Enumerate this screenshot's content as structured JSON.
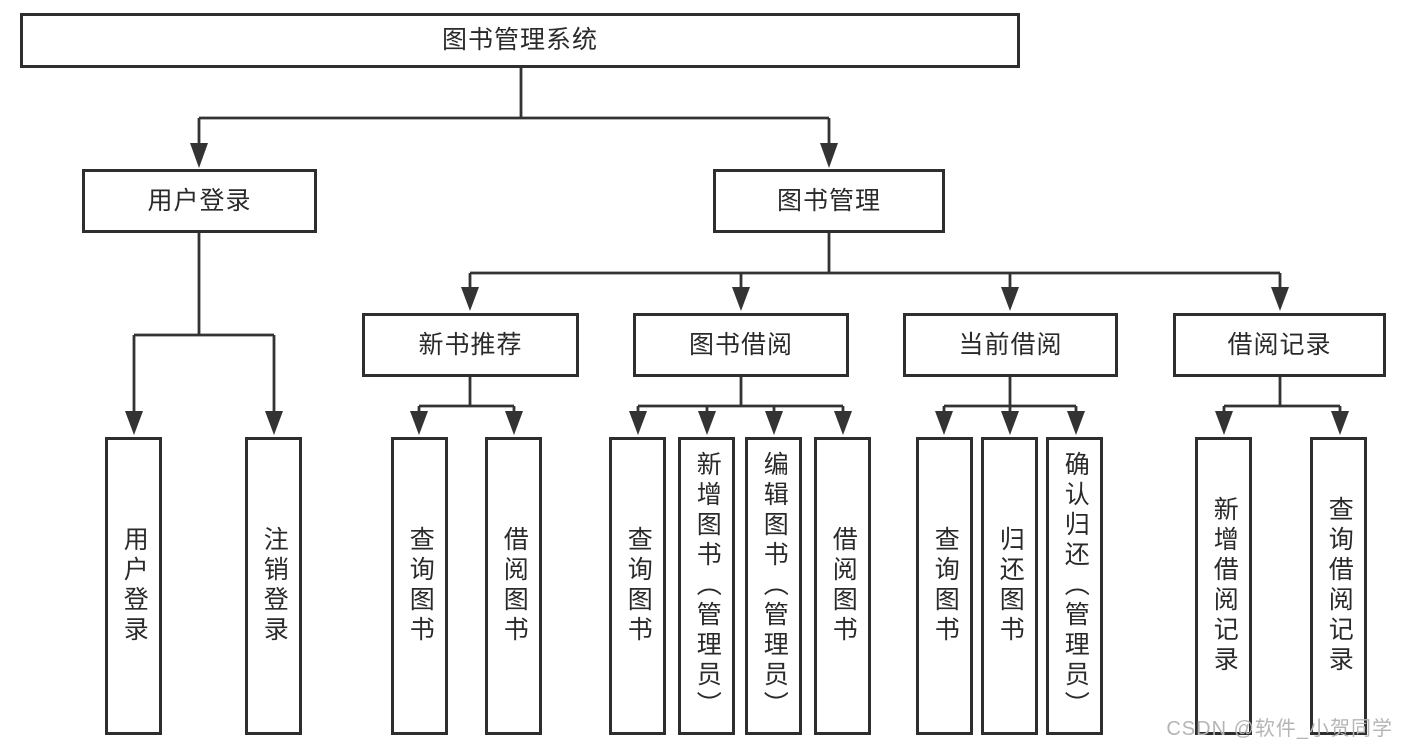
{
  "diagram": {
    "title_node": "图书管理系统",
    "nodes": {
      "root": "图书管理系统",
      "user_login": "用户登录",
      "book_mgmt": "图书管理",
      "new_book_rec": "新书推荐",
      "book_borrow": "图书借阅",
      "current_borrow": "当前借阅",
      "borrow_record": "借阅记录",
      "leaf_user_login": "用户登录",
      "leaf_logout": "注销登录",
      "leaf_query_book_rec": "查询图书",
      "leaf_borrow_book_rec": "借阅图书",
      "leaf_query_book_borrow": "查询图书",
      "leaf_add_book_admin": "新增图书（管理员）",
      "leaf_edit_book_admin": "编辑图书（管理员）",
      "leaf_borrow_book": "借阅图书",
      "leaf_query_book_current": "查询图书",
      "leaf_return_book": "归还图书",
      "leaf_confirm_return_admin": "确认归还（管理员）",
      "leaf_add_borrow_record": "新增借阅记录",
      "leaf_query_borrow_record": "查询借阅记录"
    },
    "hierarchy": {
      "图书管理系统": {
        "用户登录": [
          "用户登录",
          "注销登录"
        ],
        "图书管理": {
          "新书推荐": [
            "查询图书",
            "借阅图书"
          ],
          "图书借阅": [
            "查询图书",
            "新增图书（管理员）",
            "编辑图书（管理员）",
            "借阅图书"
          ],
          "当前借阅": [
            "查询图书",
            "归还图书",
            "确认归还（管理员）"
          ],
          "借阅记录": [
            "新增借阅记录",
            "查询借阅记录"
          ]
        }
      }
    },
    "colors": {
      "line": "#333333",
      "box_border": "#2e2e2e",
      "text": "#2a2a2a",
      "background": "#ffffff",
      "watermark": "#b5b5b5"
    }
  },
  "watermark": {
    "text": "CSDN @软件_小贺同学"
  }
}
